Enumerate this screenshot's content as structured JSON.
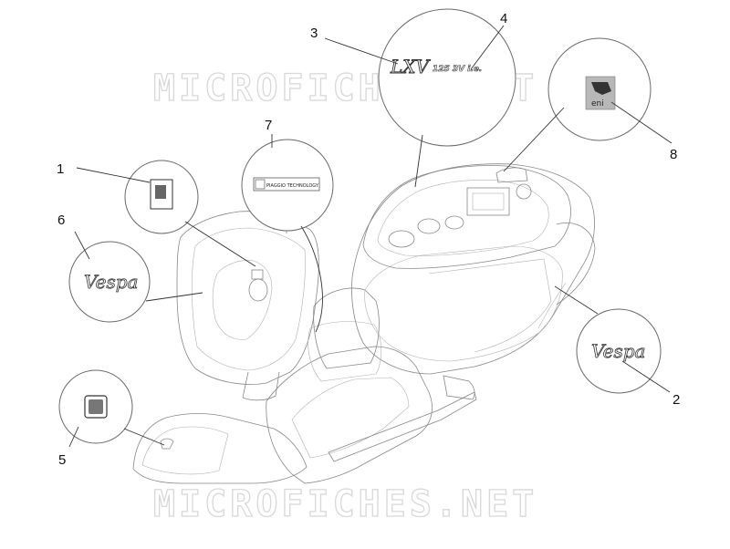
{
  "watermark": "MICROFICHES.NET",
  "callouts": {
    "c1": "1",
    "c2": "2",
    "c3": "3",
    "c4": "4",
    "c5": "5",
    "c6": "6",
    "c7": "7",
    "c8": "8"
  },
  "decals": {
    "lxv": "LXV",
    "displacement": "125 3V i.e.",
    "piaggio_technology": "PIAGGIO TECHNOLOGY",
    "eni": "eni",
    "vespa_script": "Vespa"
  }
}
